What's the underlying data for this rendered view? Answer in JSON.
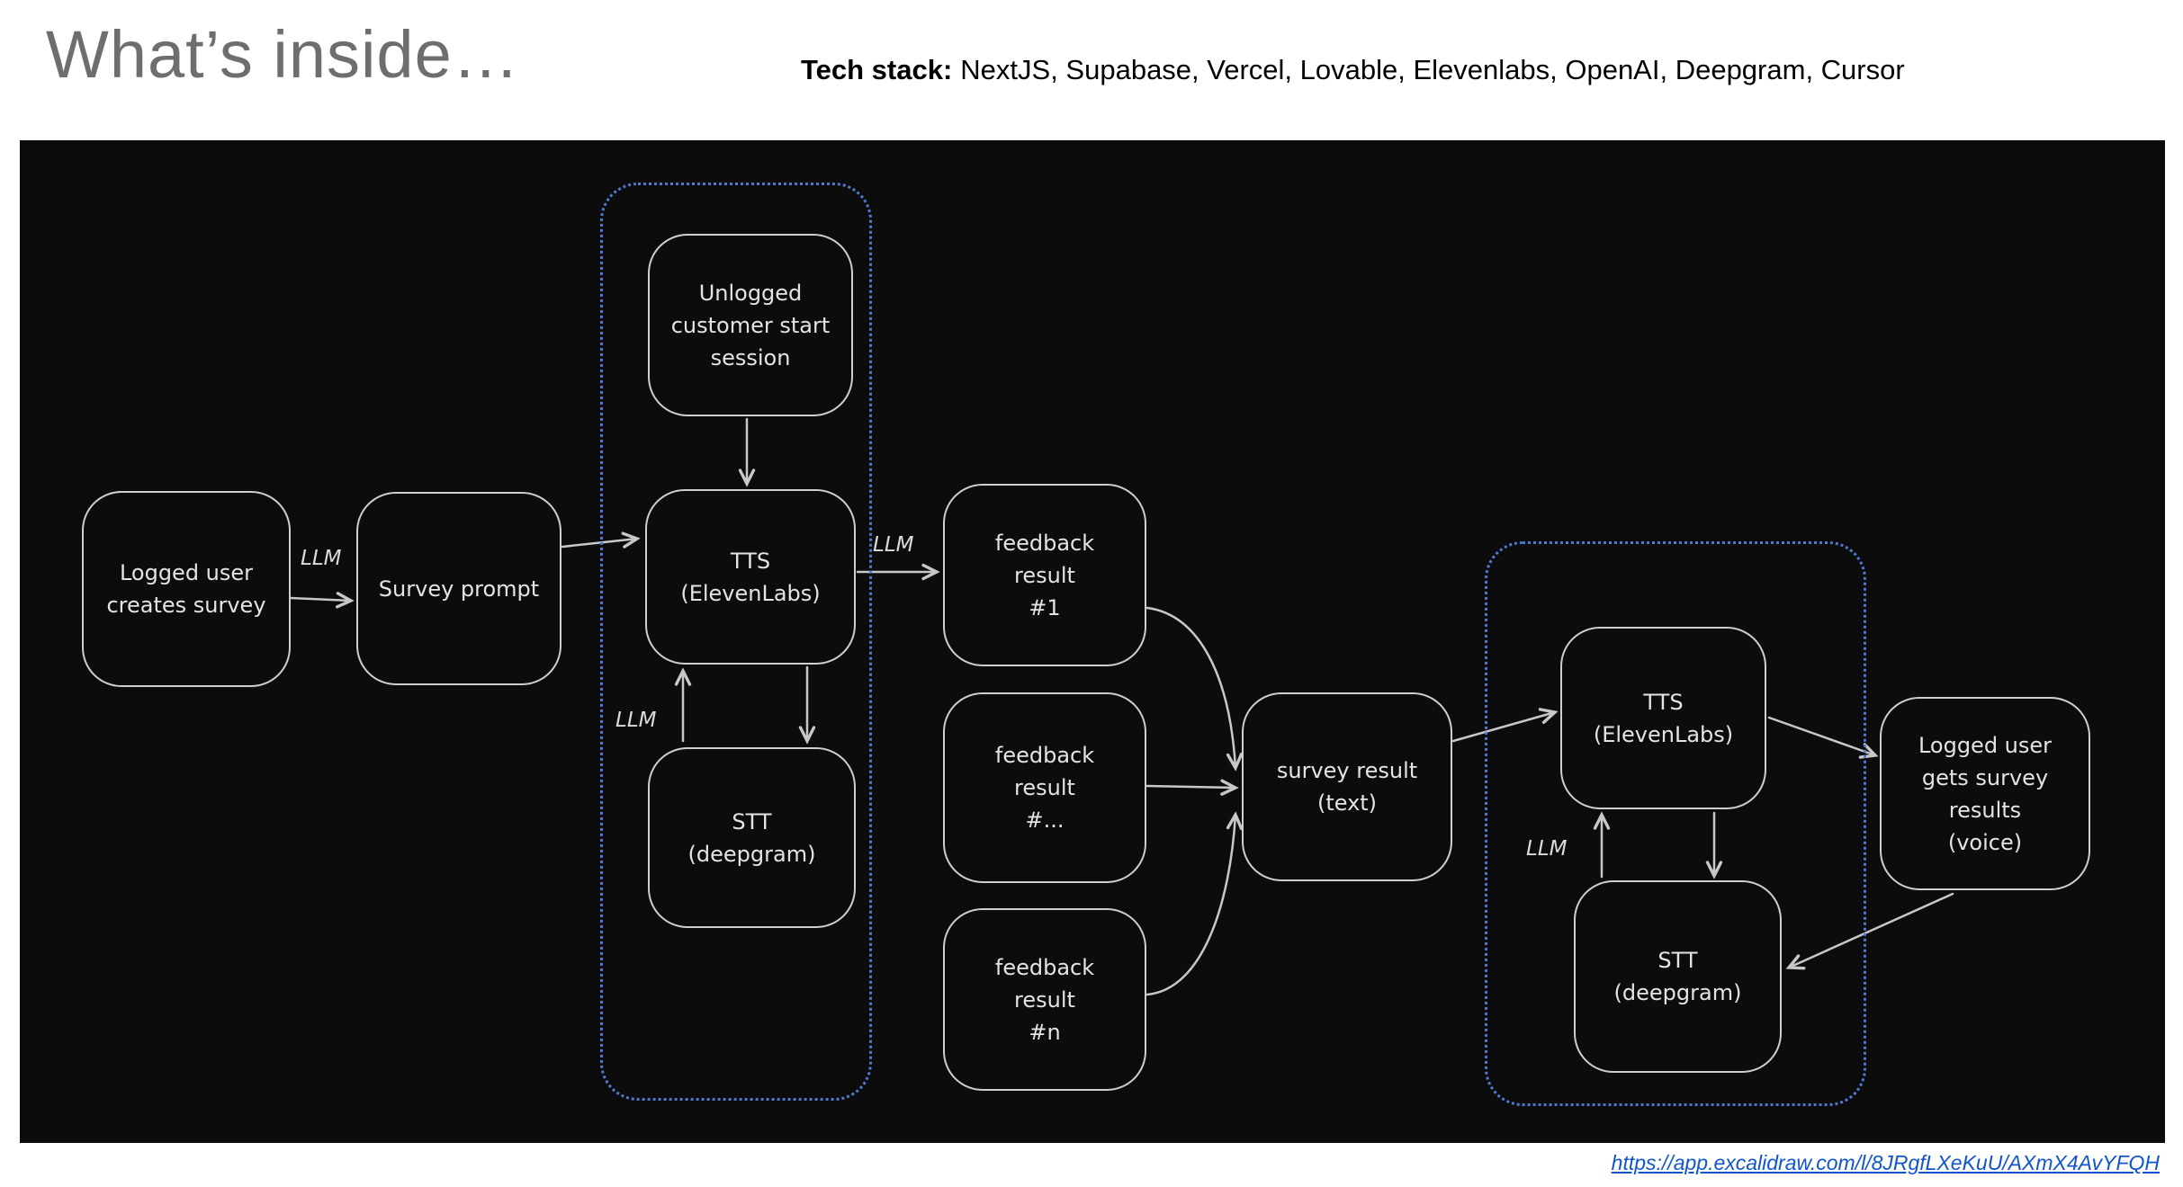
{
  "header": {
    "title": "What’s inside…",
    "tech_stack_label": "Tech stack:",
    "tech_stack_value": "NextJS, Supabase, Vercel, Lovable, Elevenlabs, OpenAI, Deepgram, Cursor"
  },
  "footer": {
    "link": "https://app.excalidraw.com/l/8JRgfLXeKuU/AXmX4AvYFQH"
  },
  "diagram": {
    "colors": {
      "canvas_bg": "#0c0c0c",
      "node_stroke": "#cfcfcf",
      "group_stroke": "#4e7ad1",
      "arrow_stroke": "#c8c8c8",
      "link_color": "#1155cc"
    },
    "nodes": {
      "logged_user_creates": "Logged user\ncreates survey",
      "survey_prompt": "Survey prompt",
      "unlogged_customer": "Unlogged\ncustomer start\nsession",
      "tts_1": "TTS\n(ElevenLabs)",
      "stt_1": "STT\n(deepgram)",
      "feedback_1": "feedback\nresult\n#1",
      "feedback_dots": "feedback\nresult\n#...",
      "feedback_n": "feedback\nresult\n#n",
      "survey_result": "survey result\n(text)",
      "tts_2": "TTS\n(ElevenLabs)",
      "stt_2": "STT\n(deepgram)",
      "logged_user_gets": "Logged user\ngets survey\nresults\n(voice)"
    },
    "edge_labels": {
      "llm_1": "LLM",
      "llm_2": "LLM",
      "llm_3": "LLM",
      "llm_4": "LLM"
    },
    "edges": [
      {
        "from": "logged_user_creates",
        "to": "survey_prompt",
        "label": "LLM"
      },
      {
        "from": "survey_prompt",
        "to": "tts_1",
        "label": ""
      },
      {
        "from": "unlogged_customer",
        "to": "tts_1",
        "label": ""
      },
      {
        "from": "tts_1",
        "to": "stt_1",
        "label": ""
      },
      {
        "from": "stt_1",
        "to": "tts_1",
        "label": "LLM"
      },
      {
        "from": "tts_1",
        "to": "feedback_1",
        "label": "LLM"
      },
      {
        "from": "feedback_1",
        "to": "survey_result",
        "label": ""
      },
      {
        "from": "feedback_dots",
        "to": "survey_result",
        "label": ""
      },
      {
        "from": "feedback_n",
        "to": "survey_result",
        "label": ""
      },
      {
        "from": "survey_result",
        "to": "tts_2",
        "label": ""
      },
      {
        "from": "tts_2",
        "to": "stt_2",
        "label": ""
      },
      {
        "from": "stt_2",
        "to": "tts_2",
        "label": "LLM"
      },
      {
        "from": "tts_2",
        "to": "logged_user_gets",
        "label": ""
      },
      {
        "from": "logged_user_gets",
        "to": "stt_2",
        "label": ""
      }
    ]
  }
}
